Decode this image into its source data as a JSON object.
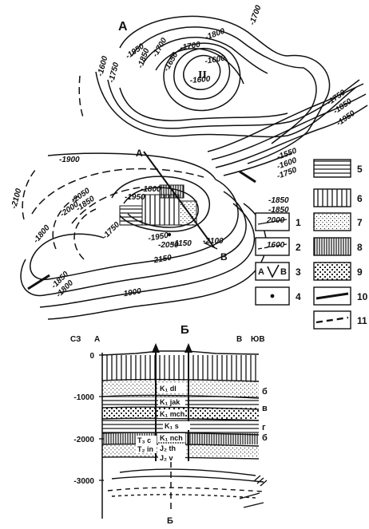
{
  "map": {
    "title": "А",
    "dome_label": "II",
    "profile_start": "А",
    "profile_end": "В",
    "contour_labels": [
      "1700",
      "1800",
      "1700",
      "1600",
      "1600",
      "1650",
      "1700",
      "1950",
      "1850",
      "1750",
      "1600",
      "1750",
      "1850",
      "1950",
      "1550",
      "1600",
      "1750",
      "1850",
      "1850",
      "1900",
      "1800",
      "1950",
      "2050",
      "2000",
      "1850",
      "1800",
      "1750",
      "1950",
      "1150",
      "2050",
      "2100",
      "2150",
      "1900",
      "1850",
      "1800",
      "2100"
    ]
  },
  "legend": {
    "items": [
      {
        "n": "5",
        "pattern": "horizontal-lines"
      },
      {
        "n": "6",
        "pattern": "vertical-lines"
      },
      {
        "n": "1",
        "pattern": "contour-solid",
        "sample": "2000"
      },
      {
        "n": "7",
        "pattern": "fine-dots"
      },
      {
        "n": "2",
        "pattern": "contour-dashed",
        "sample": "1600"
      },
      {
        "n": "8",
        "pattern": "dense-vertical-lines"
      },
      {
        "n": "3",
        "pattern": "profile-line",
        "sample_start": "А",
        "sample_end": "В"
      },
      {
        "n": "9",
        "pattern": "coarse-dots"
      },
      {
        "n": "4",
        "pattern": "well-dot"
      },
      {
        "n": "10",
        "pattern": "thick-line"
      },
      {
        "n": "11",
        "pattern": "dashed-line"
      }
    ]
  },
  "section": {
    "title": "Б",
    "dir_nw": "СЗ",
    "dir_se": "ЮВ",
    "left_label": "А",
    "right_label": "В",
    "bottom_label": "Б",
    "depth_labels": [
      "0",
      "-1000",
      "-2000",
      "-3000"
    ],
    "formations": [
      "K₁ dl",
      "K₁ jak",
      "K₁ mch",
      "K₁ s",
      "K₁ nch",
      "J₂ th",
      "J₂ v"
    ],
    "left_formations": [
      "T₃ c",
      "T₂ in"
    ],
    "side_markers": [
      "б",
      "в",
      "г",
      "б"
    ]
  }
}
